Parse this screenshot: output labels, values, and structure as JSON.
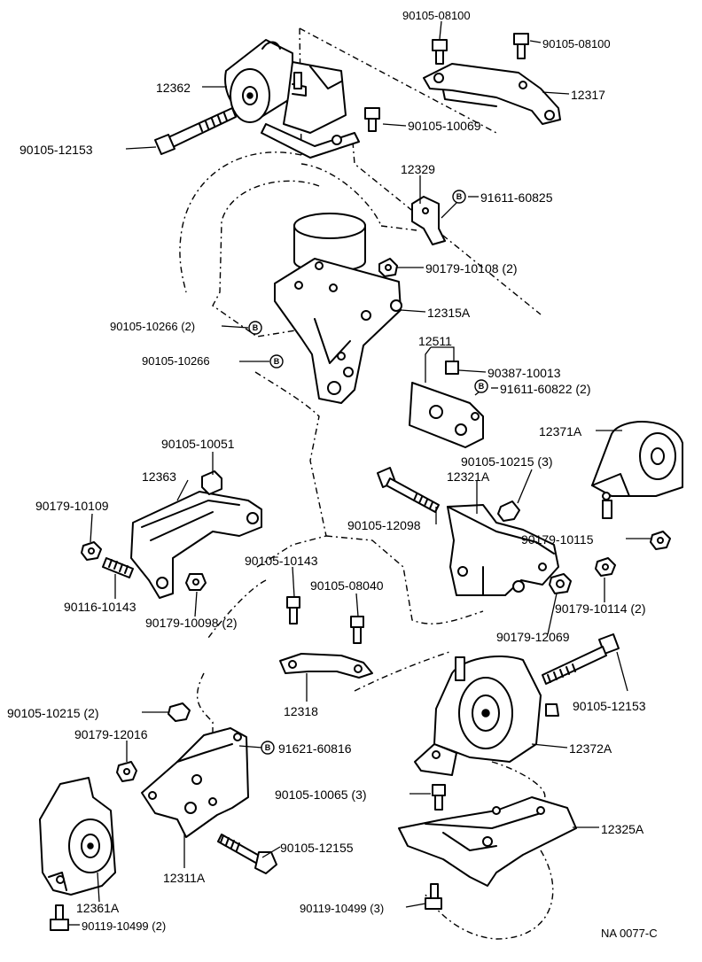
{
  "diagram": {
    "reference_code": "NA 0077-C",
    "marker_letter": "B",
    "labels": {
      "l01": "90105-08100",
      "l02": "90105-08100",
      "l03": "12362",
      "l04": "12317",
      "l05": "90105-10069",
      "l06": "90105-12153",
      "l07": "12329",
      "l08": "91611-60825",
      "l09": "90179-10108 (2)",
      "l10": "90105-10266 (2)",
      "l11": "12315A",
      "l12": "12511",
      "l13": "90387-10013",
      "l14": "90105-10266",
      "l15": "91611-60822 (2)",
      "l16": "12371A",
      "l17": "90105-10051",
      "l18": "90105-10215 (3)",
      "l19": "12363",
      "l20": "12321A",
      "l21": "90179-10109",
      "l22": "90105-12098",
      "l23": "90179-10115",
      "l24": "90105-10143",
      "l25": "90105-08040",
      "l26": "90116-10143",
      "l27": "90179-10114 (2)",
      "l28": "90179-10098 (2)",
      "l29": "90179-12069",
      "l30": "90105-12153",
      "l31": "90105-10215 (2)",
      "l32": "12318",
      "l33": "90179-12016",
      "l34": "91621-60816",
      "l35": "12372A",
      "l36": "90105-10065 (3)",
      "l37": "12325A",
      "l38": "90105-12155",
      "l39": "12311A",
      "l40": "12361A",
      "l41": "90119-10499 (3)",
      "l42": "90119-10499 (2)"
    }
  }
}
